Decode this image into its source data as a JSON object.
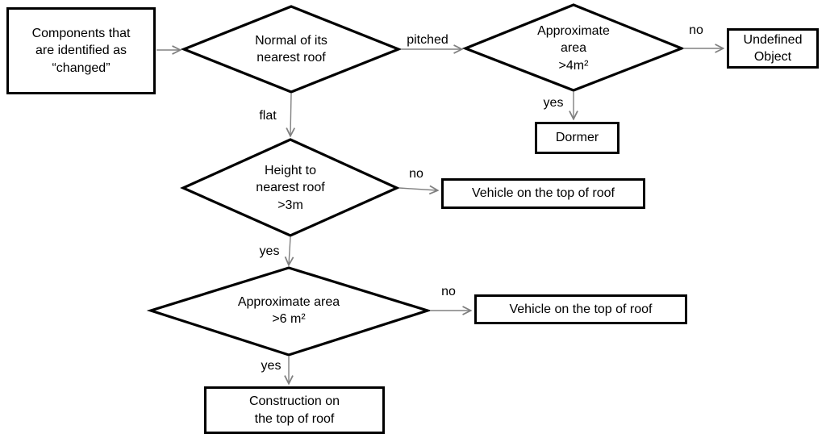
{
  "colors": {
    "background": "#ffffff",
    "node_border": "#000000",
    "connector": "#808080",
    "text": "#000000"
  },
  "nodes": {
    "start": {
      "label": "Components that\nare identified as\n“changed”"
    },
    "decision_normal": {
      "label": "Normal of its\nnearest roof"
    },
    "decision_area4": {
      "label": "Approximate\narea\n>4m²"
    },
    "undefined_object": {
      "label": "Undefined\nObject"
    },
    "dormer": {
      "label": "Dormer"
    },
    "decision_height": {
      "label": "Height to\nnearest roof\n>3m"
    },
    "vehicle_top": {
      "label": "Vehicle on the top of roof"
    },
    "decision_area6": {
      "label": "Approximate area\n>6 m²"
    },
    "vehicle_bottom": {
      "label": "Vehicle on the top of roof"
    },
    "construction": {
      "label": "Construction on\nthe top of roof"
    }
  },
  "edge_labels": {
    "pitched": "pitched",
    "flat": "flat",
    "area4_no": "no",
    "area4_yes": "yes",
    "height_no": "no",
    "height_yes": "yes",
    "area6_no": "no",
    "area6_yes": "yes"
  }
}
